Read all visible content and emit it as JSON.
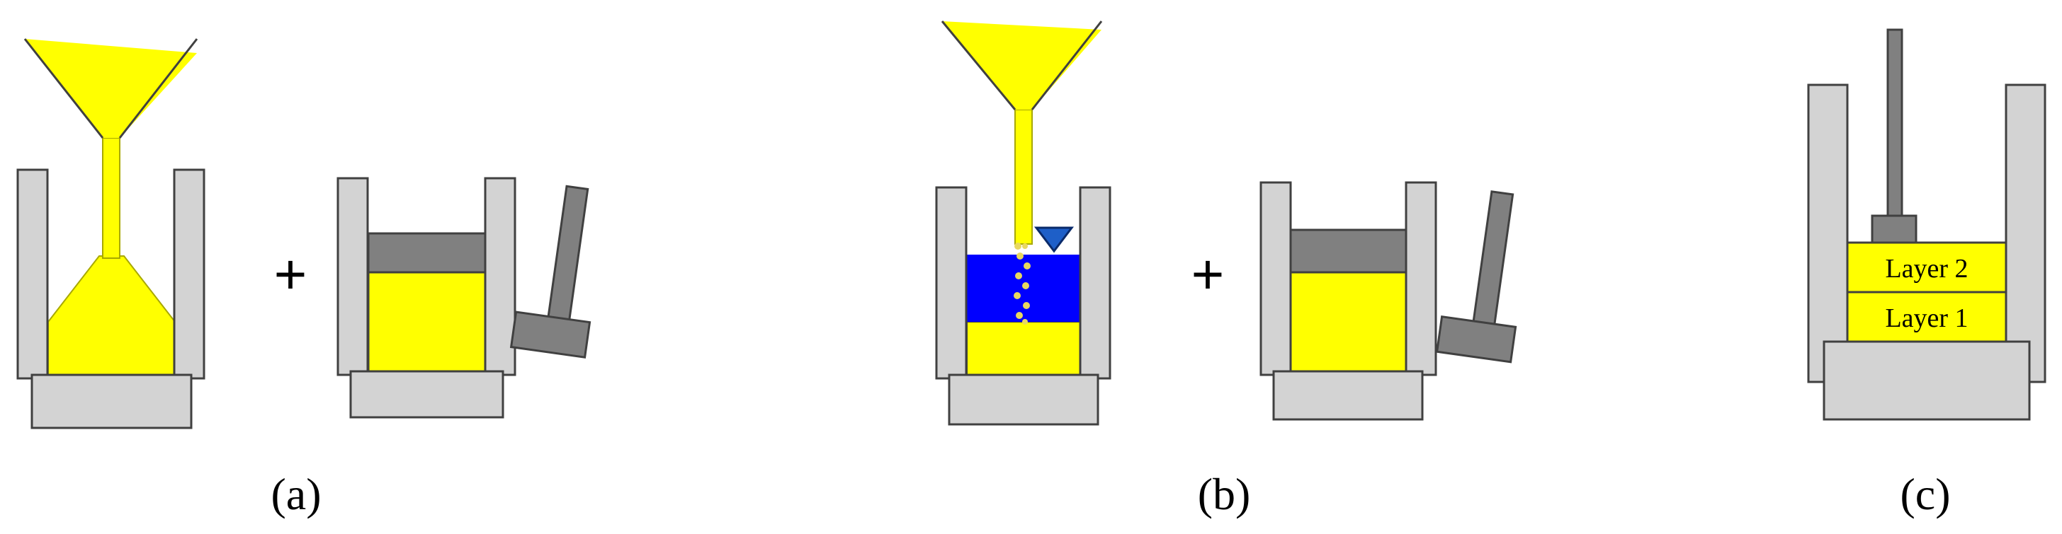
{
  "labels": {
    "panel_a": "(a)",
    "panel_b": "(b)",
    "panel_c": "(c)",
    "plus_sign": "+",
    "layer_2": "Layer 2",
    "layer_1": "Layer 1"
  },
  "colors": {
    "sand": "#FFFF00",
    "water": "#0000FF",
    "mold": "#D3D3D3",
    "outline": "#404040",
    "piston": "#808080",
    "water_table_marker": "#1E5FC8",
    "bubbles": "#E8D860"
  },
  "icons": {
    "water_level": "inverted-triangle-icon"
  }
}
